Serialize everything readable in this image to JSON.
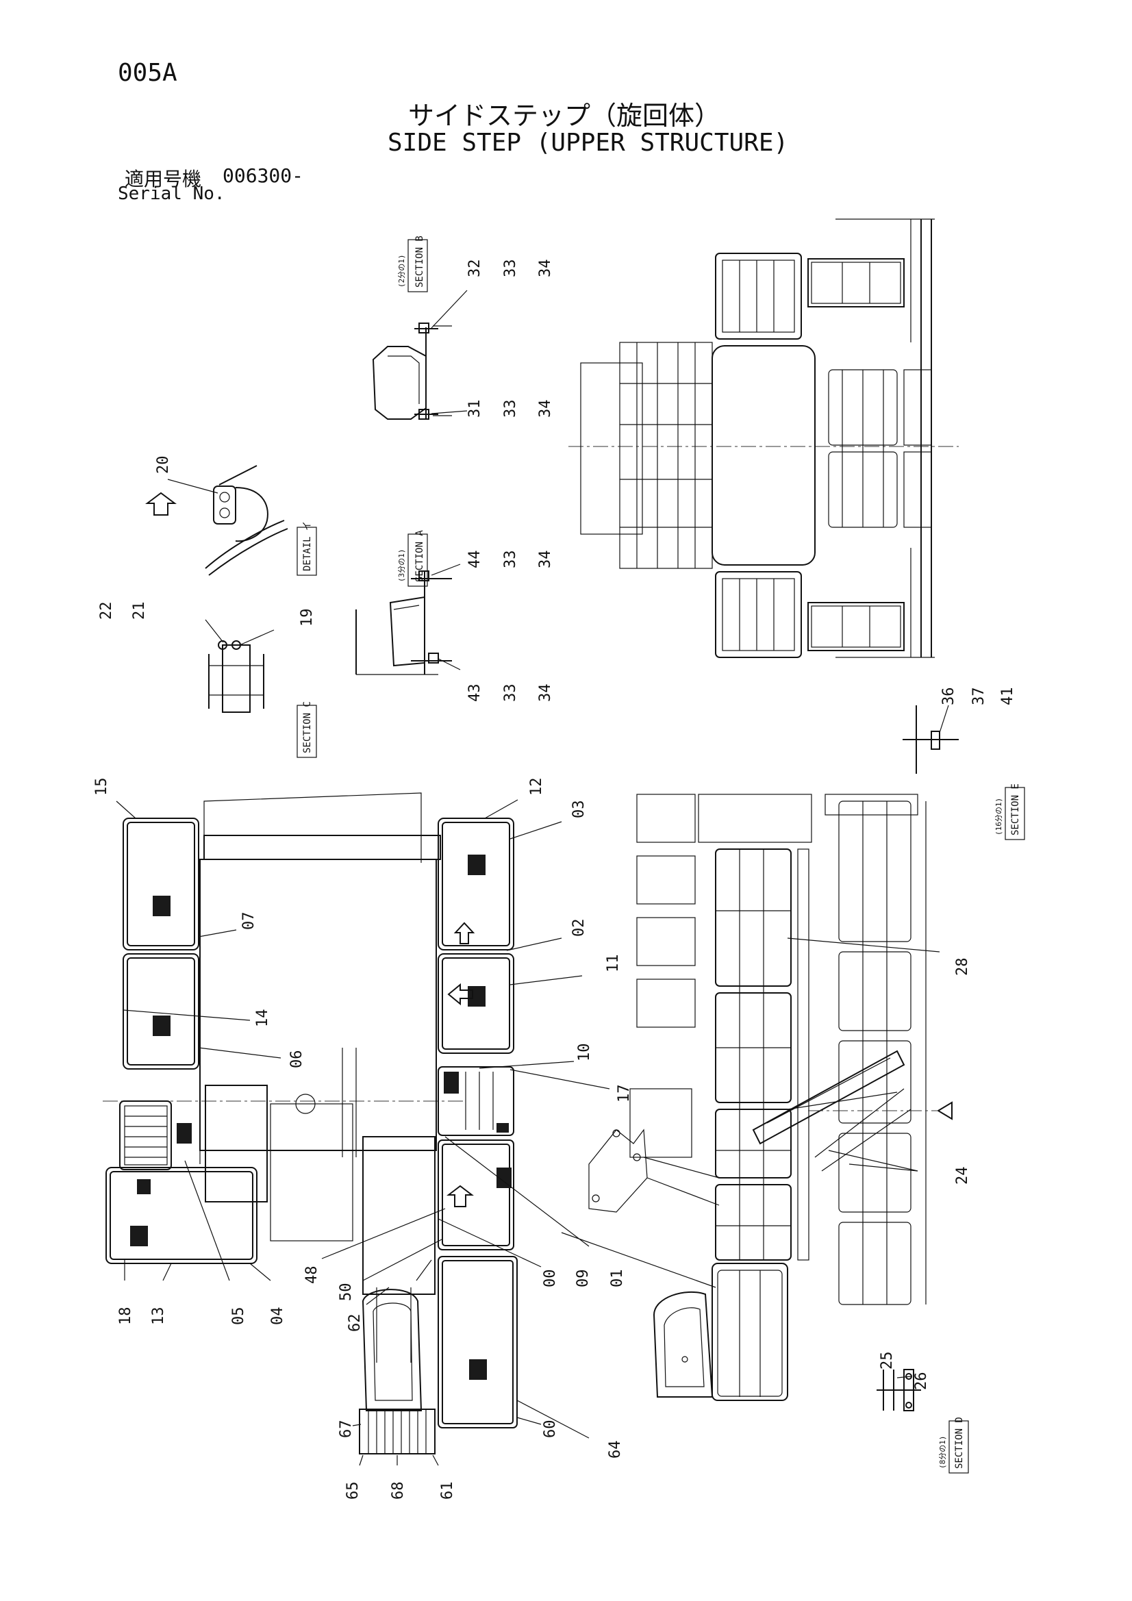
{
  "header": {
    "page_code": "005A",
    "title_jp": "サイドステップ（旋回体）",
    "title_en": "SIDE STEP (UPPER STRUCTURE)",
    "serial_label_jp": "適用号機",
    "serial_value": "006300-",
    "serial_label_en": "Serial No."
  },
  "sections": {
    "b": {
      "label": "SECTION B",
      "scale": "(2分の1)"
    },
    "a": {
      "label": "SECTION A",
      "scale": "(3分の1)"
    },
    "c": {
      "label": "SECTION C"
    },
    "detail": {
      "label": "DETAIL イ"
    },
    "e": {
      "label": "SECTION E",
      "scale": "(16分の1)"
    },
    "d": {
      "label": "SECTION D",
      "scale": "(8分の1)"
    }
  },
  "callouts": {
    "c32": "32",
    "c33a": "33",
    "c34a": "34",
    "c31": "31",
    "c33b": "33",
    "c34b": "34",
    "c44": "44",
    "c33c": "33",
    "c34c": "34",
    "c43": "43",
    "c33d": "33",
    "c34d": "34",
    "c20": "20",
    "c22": "22",
    "c21": "21",
    "c19": "19",
    "c36": "36",
    "c37": "37",
    "c41": "41",
    "c15": "15",
    "c12": "12",
    "c03": "03",
    "c02": "02",
    "c11": "11",
    "c07": "07",
    "c14": "14",
    "c06": "06",
    "c10": "10",
    "c17": "17",
    "c18": "18",
    "c13": "13",
    "c05": "05",
    "c04": "04",
    "c48": "48",
    "c50": "50",
    "c62": "62",
    "c00": "00",
    "c09": "09",
    "c01": "01",
    "c64": "64",
    "c60": "60",
    "c67": "67",
    "c65": "65",
    "c68": "68",
    "c61": "61",
    "c28": "28",
    "c24": "24",
    "c25": "25",
    "c26": "26"
  }
}
